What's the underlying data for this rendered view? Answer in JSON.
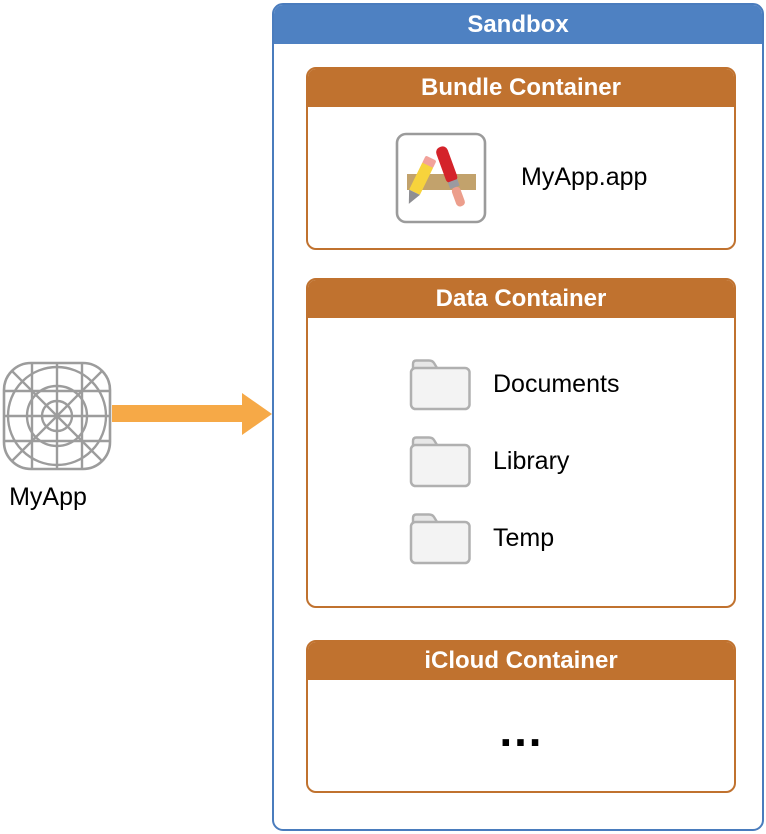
{
  "source": {
    "label": "MyApp",
    "icon": "app-wireframe-icon",
    "icon_color": "#9C9C9C"
  },
  "arrow": {
    "icon": "right-arrow-icon",
    "color": "#F6A947"
  },
  "sandbox": {
    "title": "Sandbox",
    "colors": {
      "header": "#4E81C2",
      "border": "#4A7CBD",
      "container_accent": "#C0722F"
    },
    "containers": [
      {
        "title": "Bundle Container",
        "items": [
          {
            "icon": "app-store-icon",
            "label": "MyApp.app"
          }
        ]
      },
      {
        "title": "Data Container",
        "items": [
          {
            "icon": "folder-icon",
            "label": "Documents"
          },
          {
            "icon": "folder-icon",
            "label": "Library"
          },
          {
            "icon": "folder-icon",
            "label": "Temp"
          }
        ]
      },
      {
        "title": "iCloud Container",
        "items": [],
        "placeholder": "…"
      }
    ]
  }
}
